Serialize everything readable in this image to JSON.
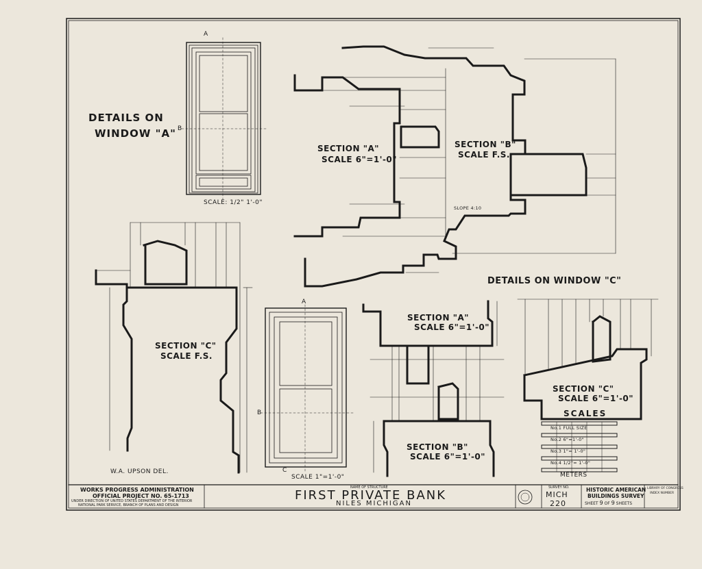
{
  "drawing": {
    "window_a_title_1": "DETAILS ON",
    "window_a_title_2": "WINDOW \"A\"",
    "window_a_elev_scale": "SCALE: 1/2\" 1'-0\"",
    "section_a_upper_1": "SECTION \"A\"",
    "section_a_upper_2": "SCALE 6\"=1'-0\"",
    "section_b_upper_1": "SECTION \"B\"",
    "section_b_upper_2": "SCALE F.S.",
    "slope_label": "SLOPE 4:10",
    "section_c_left_1": "SECTION \"C\"",
    "section_c_left_2": "SCALE F.S.",
    "window_c_elev_scale": "SCALE 1\"=1'-0\"",
    "window_c_title": "DETAILS ON WINDOW \"C\"",
    "section_a_lower_1": "SECTION \"A\"",
    "section_a_lower_2": "SCALE 6\"=1'-0\"",
    "section_b_lower_1": "SECTION \"B\"",
    "section_b_lower_2": "SCALE 6\"=1'-0\"",
    "section_c_right_1": "SECTION \"C\"",
    "section_c_right_2": "SCALE 6\"=1'-0\"",
    "scales_heading": "SCALES",
    "scale_1": "No.1 FULL SIZE",
    "scale_2": "No.2 6\"=1'-0\"",
    "scale_3": "No.3 1\"= 1'-0\"",
    "scale_4": "No.4 1/2\"= 1'-0\"",
    "meters": "METERS",
    "delineator": "W.A. UPSON DEL.",
    "mark_a": "A",
    "mark_b": "B",
    "mark_c": "C"
  },
  "title_block": {
    "wpa_1": "WORKS PROGRESS ADMINISTRATION",
    "wpa_2": "OFFICIAL PROJECT NO. 65-1713",
    "wpa_3": "UNDER DIRECTION OF UNITED STATES DEPARTMENT OF THE INTERIOR",
    "wpa_4": "NATIONAL PARK SERVICE, BRANCH OF PLANS AND DESIGN",
    "name_caption": "NAME OF STRUCTURE",
    "structure_name": "FIRST PRIVATE BANK",
    "location": "NILES MICHIGAN",
    "survey_caption": "SURVEY NO.",
    "survey_state": "MICH",
    "survey_number": "220",
    "habs_1": "HISTORIC AMERICAN",
    "habs_2": "BUILDINGS SURVEY",
    "sheet_word": "SHEET",
    "sheet_number": "9",
    "sheet_of": "OF",
    "sheet_total": "9",
    "sheets_word": "SHEETS",
    "index_1": "LIBRARY OF CONGRESS",
    "index_2": "INDEX NUMBER"
  }
}
